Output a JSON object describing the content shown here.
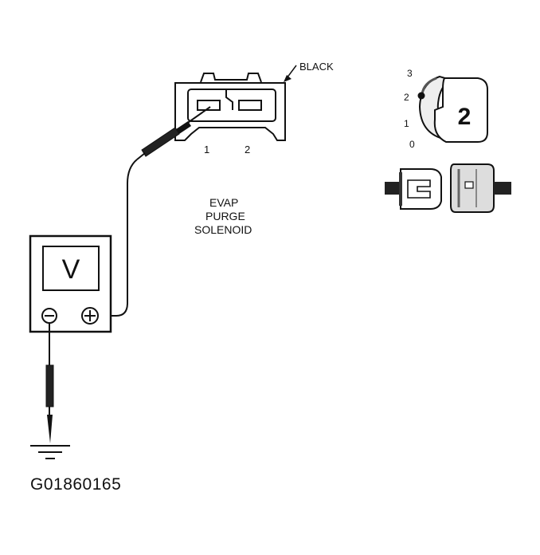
{
  "connector": {
    "color_label": "BLACK",
    "pin1": "1",
    "pin2": "2"
  },
  "component": {
    "line1": "EVAP",
    "line2": "PURGE",
    "line3": "SOLENOID"
  },
  "meter": {
    "display": "V",
    "neg_symbol": "⊖",
    "pos_symbol": "⊕"
  },
  "ignition": {
    "pos3": "3",
    "pos2": "2",
    "pos1": "1",
    "pos0": "0",
    "key_number": "2"
  },
  "figure_id": "G01860165"
}
